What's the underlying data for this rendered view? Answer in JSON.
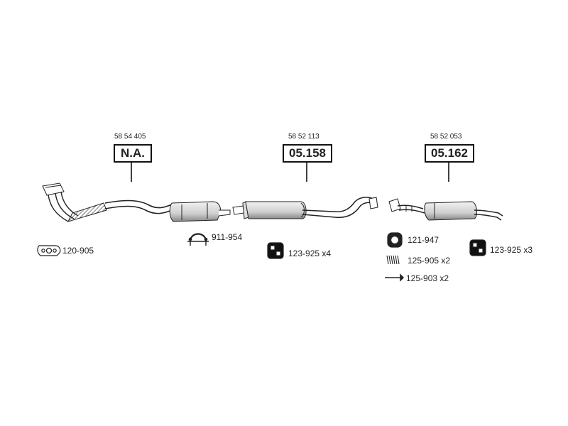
{
  "callouts": {
    "front": {
      "ref": "58 54 405",
      "code": "N.A."
    },
    "middle": {
      "ref": "58 52 113",
      "code": "05.158"
    },
    "rear": {
      "ref": "58 52 053",
      "code": "05.162"
    }
  },
  "parts": {
    "gasket": "120-905",
    "clamp": "911-954",
    "hanger_mid": "123-925 x4",
    "ring": "121-947",
    "spring": "125-905 x2",
    "bolt": "125-903 x2",
    "hanger_rear": "123-925 x3"
  }
}
